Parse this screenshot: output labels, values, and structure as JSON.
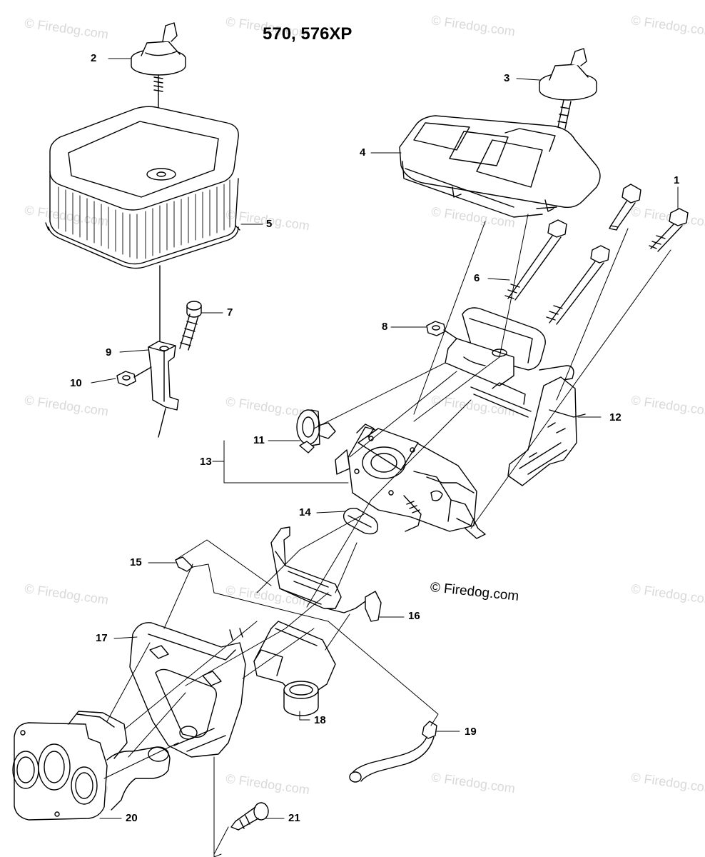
{
  "title": "570, 576XP",
  "copyright": "© Firedog.com",
  "watermark": "© Firedog.com",
  "callouts": [
    "1",
    "2",
    "3",
    "4",
    "5",
    "6",
    "7",
    "8",
    "9",
    "10",
    "11",
    "12",
    "13",
    "14",
    "15",
    "16",
    "17",
    "18",
    "19",
    "20",
    "21"
  ]
}
